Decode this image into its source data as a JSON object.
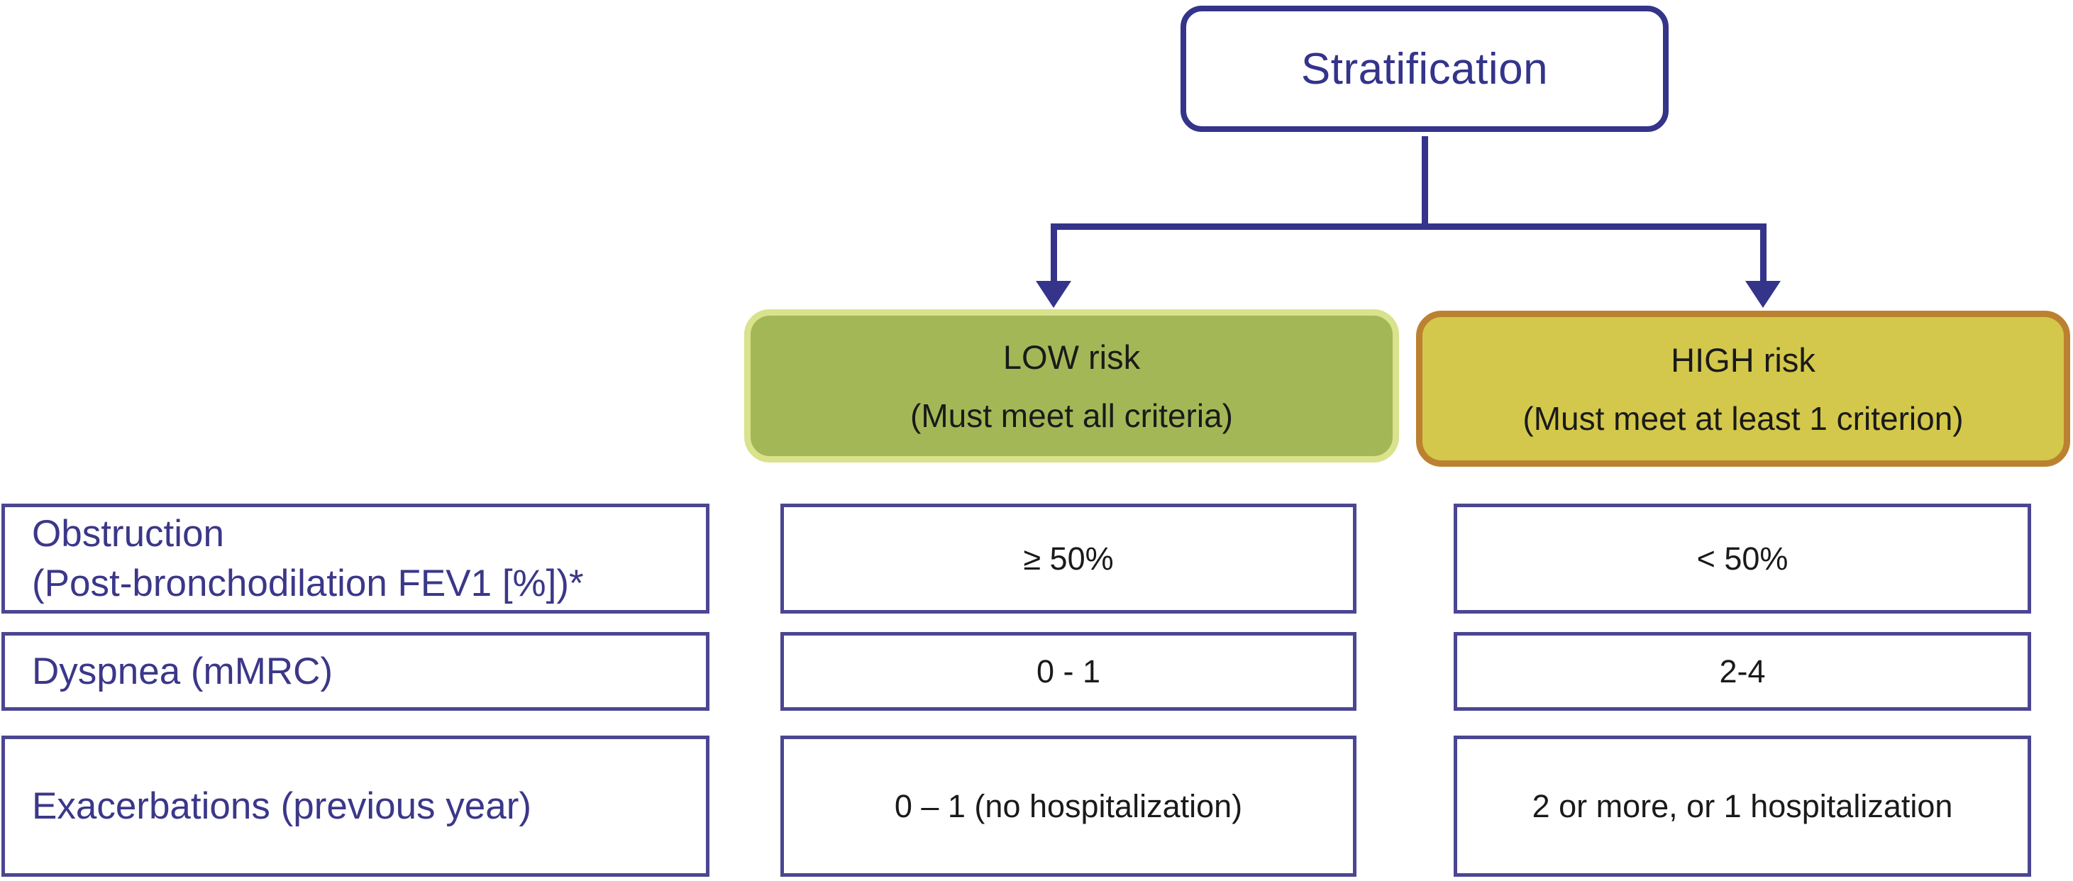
{
  "figure": {
    "root_label": "Stratification",
    "branches": {
      "low": {
        "title": "LOW risk",
        "subtitle": "(Must meet all criteria)"
      },
      "high": {
        "title": "HIGH risk",
        "subtitle": "(Must meet at least 1 criterion)"
      }
    },
    "rows": [
      {
        "label_line1": "Obstruction",
        "label_line2": "(Post-bronchodilation FEV1 [%])*",
        "low_value": "≥ 50%",
        "high_value": "< 50%"
      },
      {
        "label_line1": "Dyspnea (mMRC)",
        "label_line2": "",
        "low_value": "0 - 1",
        "high_value": "2-4"
      },
      {
        "label_line1": "Exacerbations (previous year)",
        "label_line2": "",
        "low_value": "0 – 1 (no hospitalization)",
        "high_value": "2 or more, or 1 hospitalization"
      }
    ]
  },
  "colors": {
    "indigo": "#34348B",
    "table_border": "#4B4691",
    "label_text": "#3B3789",
    "low_fill": "#A4B757",
    "low_border": "#D9E28C",
    "high_fill": "#D3C84B",
    "high_border": "#BC8130",
    "text_dark": "#1A1A1A"
  }
}
